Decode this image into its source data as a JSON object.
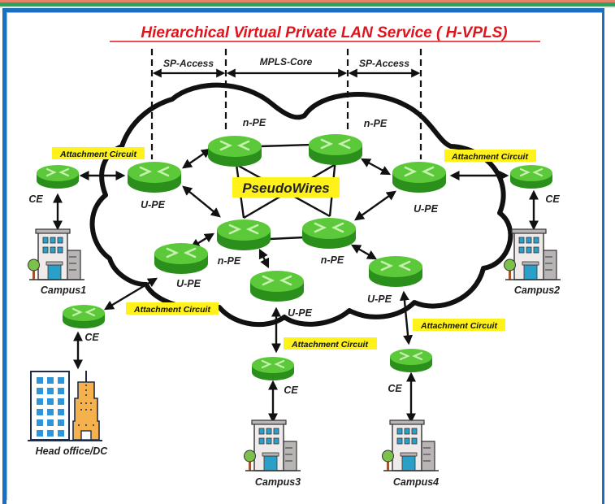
{
  "title": "Hierarchical Virtual Private LAN Service ( H-VPLS)",
  "colors": {
    "title": "#e0141c",
    "router_top": "#5cc93a",
    "router_side": "#2b8f1c",
    "highlight": "#fff21a",
    "frame": "#1b6fc0"
  },
  "segments": [
    {
      "label": "SP-Access"
    },
    {
      "label": "MPLS-Core"
    },
    {
      "label": "SP-Access"
    }
  ],
  "core_label": "PseudoWires",
  "routers": {
    "npe_tl": {
      "label": "n-PE"
    },
    "npe_tr": {
      "label": "n-PE"
    },
    "npe_bl": {
      "label": "n-PE"
    },
    "npe_br": {
      "label": "n-PE"
    },
    "upe_l": {
      "label": "U-PE"
    },
    "upe_r": {
      "label": "U-PE"
    },
    "upe_bl": {
      "label": "U-PE"
    },
    "upe_bc": {
      "label": "U-PE"
    },
    "upe_br": {
      "label": "U-PE"
    },
    "ce_1": {
      "label": "CE"
    },
    "ce_2": {
      "label": "CE"
    },
    "ce_hq": {
      "label": "CE"
    },
    "ce_3": {
      "label": "CE"
    },
    "ce_4": {
      "label": "CE"
    }
  },
  "attachment_circuit_label": "Attachment Circuit",
  "sites": {
    "campus1": "Campus1",
    "campus2": "Campus2",
    "campus3": "Campus3",
    "campus4": "Campus4",
    "head_office": "Head office/DC"
  },
  "icons": {
    "router": "router-icon",
    "campus": "office-building-icon",
    "head_office": "skyscraper-icon",
    "cloud": "cloud-icon"
  }
}
